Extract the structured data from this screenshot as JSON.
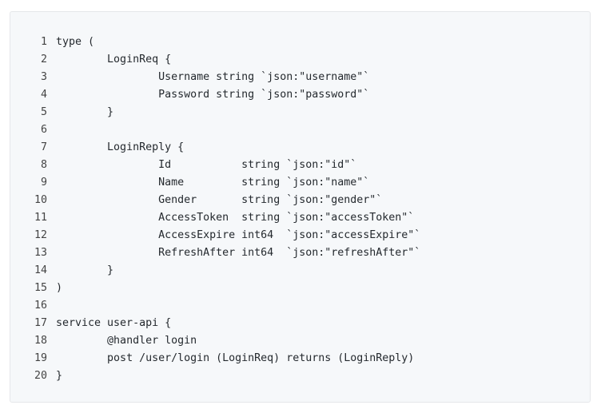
{
  "code_block": {
    "lines": [
      "type (",
      "\tLoginReq {",
      "\t\tUsername string `json:\"username\"`",
      "\t\tPassword string `json:\"password\"`",
      "\t}",
      "",
      "\tLoginReply {",
      "\t\tId           string `json:\"id\"`",
      "\t\tName         string `json:\"name\"`",
      "\t\tGender       string `json:\"gender\"`",
      "\t\tAccessToken  string `json:\"accessToken\"`",
      "\t\tAccessExpire int64  `json:\"accessExpire\"`",
      "\t\tRefreshAfter int64  `json:\"refreshAfter\"`",
      "\t}",
      ")",
      "",
      "service user-api {",
      "\t@handler login",
      "\tpost /user/login (LoginReq) returns (LoginReply)",
      "}"
    ],
    "line_numbers": [
      "1",
      "2",
      "3",
      "4",
      "5",
      "6",
      "7",
      "8",
      "9",
      "10",
      "11",
      "12",
      "13",
      "14",
      "15",
      "16",
      "17",
      "18",
      "19",
      "20"
    ]
  }
}
